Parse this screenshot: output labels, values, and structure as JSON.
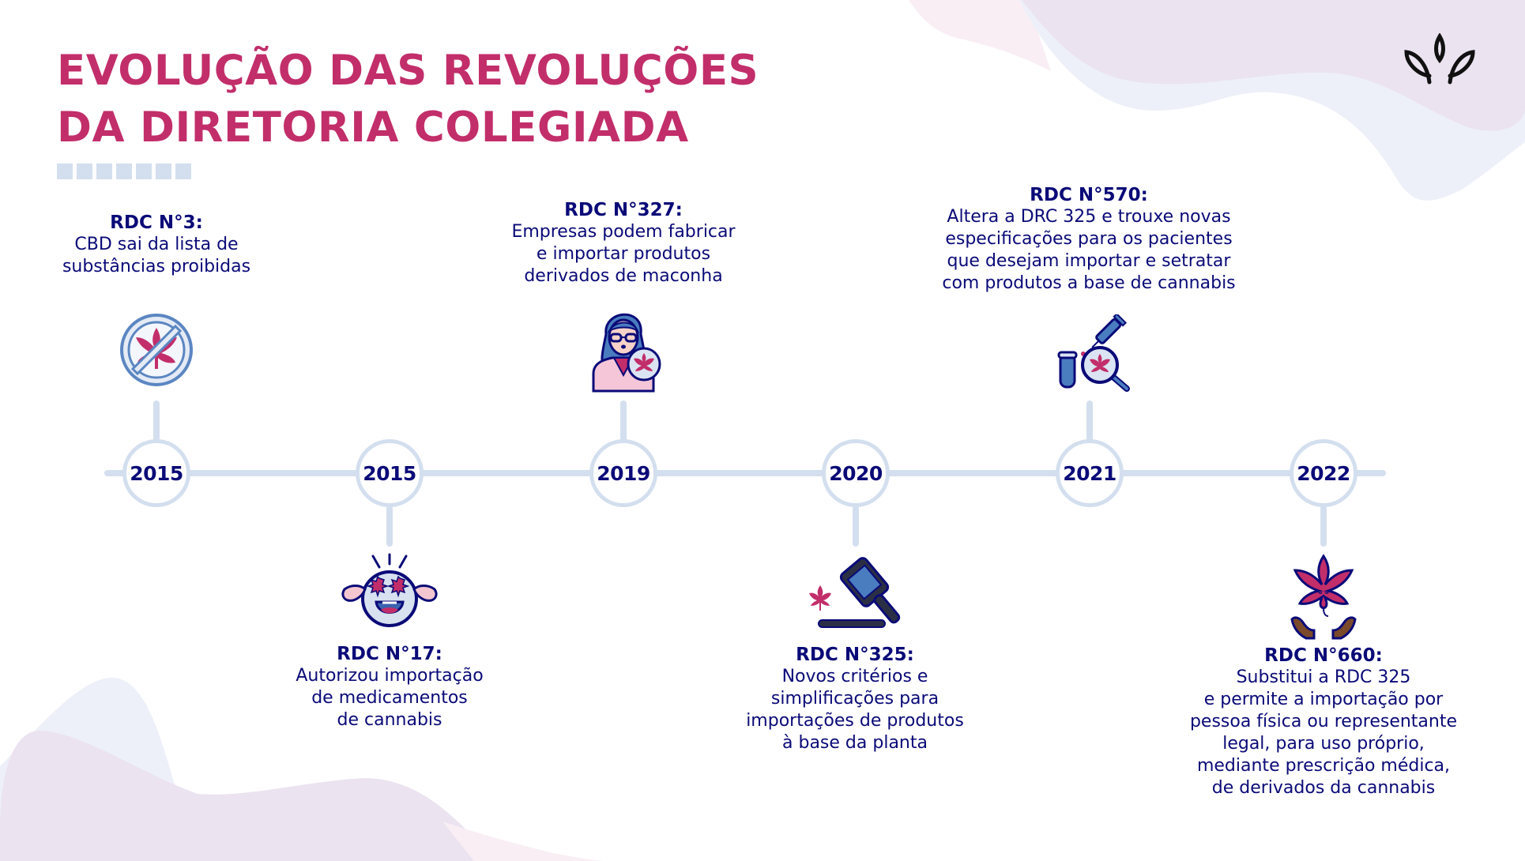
{
  "title": {
    "line1": "EVOLUÇÃO DAS REVOLUÇÕES",
    "line2": "DA DIRETORIA COLEGIADA"
  },
  "logo": {
    "icon": "sprout-leaves-icon"
  },
  "colors": {
    "title": "#c22e6a",
    "text": "#0a0a78",
    "timeline": "#d3dfee",
    "accent_pink": "#c22e6a",
    "accent_blue": "#4a7cc0"
  },
  "timeline": [
    {
      "year": "2015",
      "position": "above",
      "icon": "no-cannabis-icon",
      "heading": "RDC N°3:",
      "lines": [
        "CBD sai da lista de",
        "substâncias proibidas"
      ]
    },
    {
      "year": "2015",
      "position": "below",
      "icon": "happy-cannabis-face-icon",
      "heading": "RDC N°17:",
      "lines": [
        "Autorizou importação",
        "de medicamentos",
        "de cannabis"
      ]
    },
    {
      "year": "2019",
      "position": "above",
      "icon": "doctor-woman-icon",
      "heading": "RDC N°327:",
      "lines": [
        "Empresas podem fabricar",
        "e importar produtos",
        "derivados de maconha"
      ]
    },
    {
      "year": "2020",
      "position": "below",
      "icon": "gavel-cannabis-icon",
      "heading": "RDC N°325:",
      "lines": [
        "Novos critérios e",
        "simplificações para",
        "importações de produtos",
        "à base da planta"
      ]
    },
    {
      "year": "2021",
      "position": "above",
      "icon": "lab-test-magnifier-icon",
      "heading": "RDC N°570:",
      "lines": [
        "Altera a DRC 325 e trouxe novas",
        "especificações para os pacientes",
        "que desejam importar e setratar",
        "com produtos a base de cannabis"
      ]
    },
    {
      "year": "2022",
      "position": "below",
      "icon": "hands-holding-cannabis-icon",
      "heading": "RDC N°660:",
      "lines": [
        "Substitui a RDC 325",
        "e permite a importação por",
        "pessoa física ou representante",
        "legal, para uso próprio,",
        "mediante prescrição médica,",
        "de derivados da cannabis"
      ]
    }
  ]
}
